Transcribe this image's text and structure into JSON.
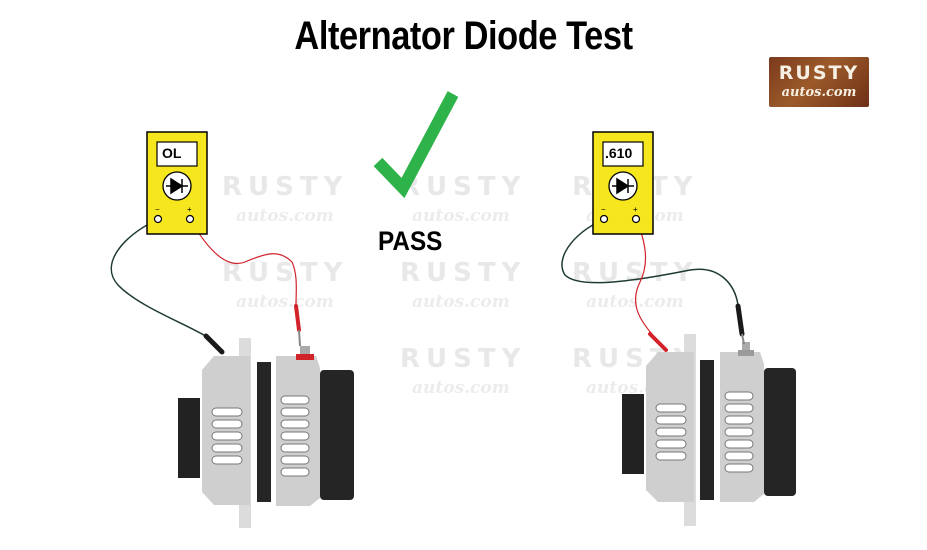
{
  "title": "Alternator Diode Test",
  "result_label": "PASS",
  "logo": {
    "line1": "RUSTY",
    "line2": "autos.com"
  },
  "meters": [
    {
      "reading": "OL",
      "neg_symbol": "−",
      "pos_symbol": "+"
    },
    {
      "reading": ".610",
      "neg_symbol": "−",
      "pos_symbol": "+"
    }
  ],
  "colors": {
    "check": "#2db34a",
    "meter_body": "#f5e61d",
    "lead_black": "#1e3b36",
    "lead_red": "#d2232a",
    "alt_body": "#d0d0d0",
    "alt_dark": "#252525",
    "terminal": "#d2232a"
  },
  "icons": [
    "check-icon",
    "diode-symbol-icon",
    "multimeter-icon",
    "alternator-icon"
  ]
}
